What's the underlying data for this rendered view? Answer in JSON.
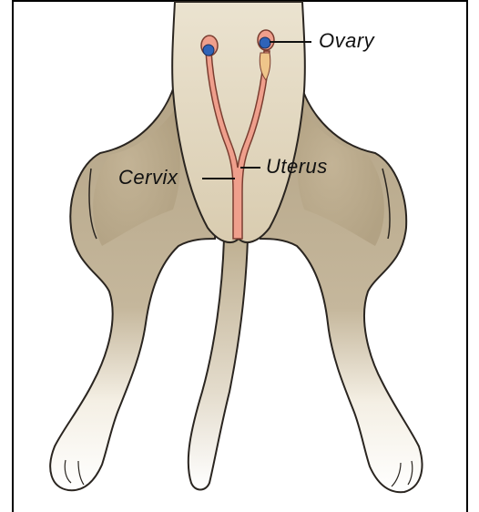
{
  "labels": {
    "ovary": "Ovary",
    "uterus": "Uterus",
    "cervix": "Cervix"
  },
  "colors": {
    "body_tan": "#b7a78a",
    "body_light": "#e6dcc6",
    "body_mid": "#cfc2a6",
    "reproductive_pink": "#ef9f8c",
    "ovary_blue": "#2f63b8",
    "fat_yellow": "#efc58a",
    "outline": "#2a2520",
    "frame": "#000000"
  }
}
